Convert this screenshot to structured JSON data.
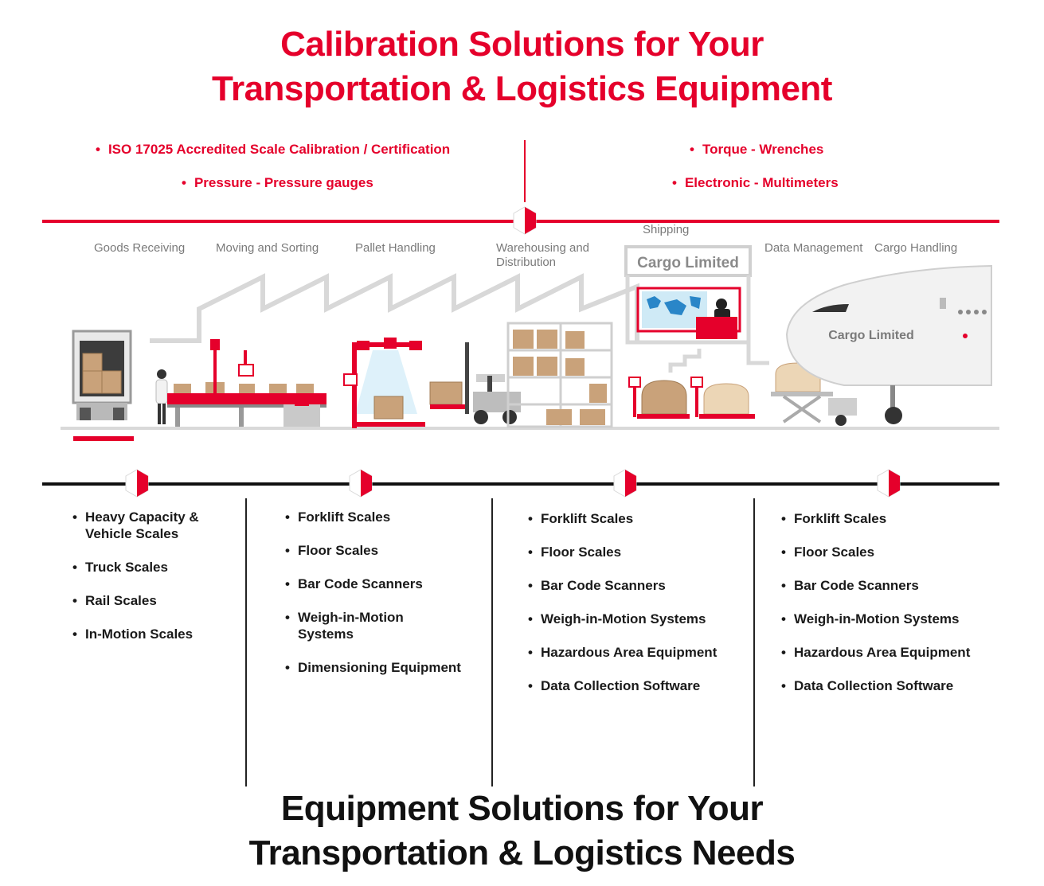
{
  "title_top": {
    "line1": "Calibration Solutions for Your",
    "line2": "Transportation & Logistics Equipment"
  },
  "calibration": {
    "left": [
      "ISO 17025 Accredited Scale Calibration / Certification",
      "Pressure - Pressure gauges"
    ],
    "right": [
      "Torque - Wrenches",
      "Electronic - Multimeters"
    ]
  },
  "stages": {
    "goods_receiving": "Goods Receiving",
    "moving_sorting": "Moving and Sorting",
    "pallet_handling": "Pallet Handling",
    "warehousing_line1": "Warehousing and",
    "warehousing_line2": "Distribution",
    "shipping": "Shipping",
    "data_management": "Data Management",
    "cargo_handling": "Cargo Handling"
  },
  "signage": {
    "cargo_sign": "Cargo Limited",
    "plane_livery": "Cargo Limited"
  },
  "columns": [
    {
      "items": [
        {
          "line1": "Heavy Capacity &",
          "line2": "Vehicle Scales"
        },
        {
          "line1": "Truck Scales"
        },
        {
          "line1": "Rail Scales"
        },
        {
          "line1": "In-Motion Scales"
        }
      ]
    },
    {
      "items": [
        {
          "line1": "Forklift Scales"
        },
        {
          "line1": "Floor Scales"
        },
        {
          "line1": "Bar Code Scanners"
        },
        {
          "line1": "Weigh-in-Motion",
          "line2": "Systems"
        },
        {
          "line1": "Dimensioning Equipment"
        }
      ]
    },
    {
      "items": [
        {
          "line1": "Forklift Scales"
        },
        {
          "line1": "Floor Scales"
        },
        {
          "line1": "Bar Code Scanners"
        },
        {
          "line1": "Weigh-in-Motion Systems"
        },
        {
          "line1": "Hazardous Area Equipment"
        },
        {
          "line1": "Data Collection Software"
        }
      ]
    },
    {
      "items": [
        {
          "line1": "Forklift Scales"
        },
        {
          "line1": "Floor Scales"
        },
        {
          "line1": "Bar Code Scanners"
        },
        {
          "line1": "Weigh-in-Motion Systems"
        },
        {
          "line1": "Hazardous Area Equipment"
        },
        {
          "line1": "Data Collection Software"
        }
      ]
    }
  ],
  "title_bottom": {
    "line1": "Equipment Solutions for Your",
    "line2": "Transportation & Logistics Needs"
  },
  "colors": {
    "brand_red": "#e5002b",
    "dark": "#111111",
    "box_tan": "#c9a27a",
    "outline_grey": "#cfcfcf"
  },
  "icons": {
    "divider_marker": "hexagon-marker-icon",
    "bullet": "bullet-icon"
  }
}
